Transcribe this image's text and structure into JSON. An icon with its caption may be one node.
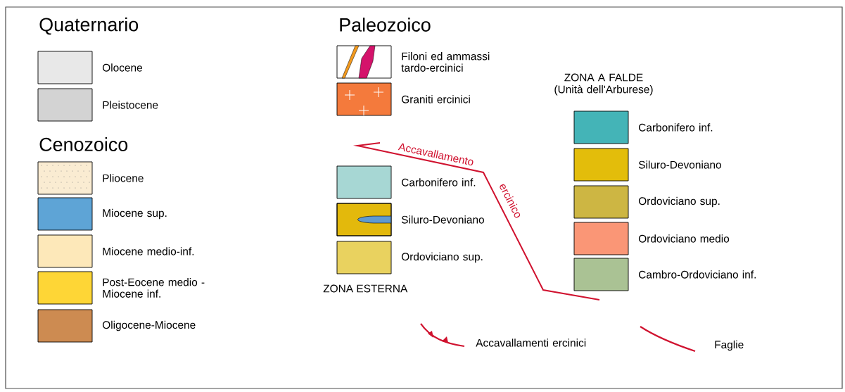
{
  "diagram": {
    "labels": [
      "Quaternario",
      "Paleozoico",
      "ZONA A FALDE (Unità dell'Arburese)",
      "Cenozoico",
      "Accavallamento",
      "ercinico",
      "ZONA ESTERNA"
    ],
    "legend": [
      {
        "text": "Olocene",
        "color": "#e8e8e8"
      },
      {
        "text": "Pleistocene",
        "color": "#d3d3d3"
      },
      {
        "text": "Pliocene"
      },
      {
        "text": "Miocene sup.",
        "color": "#5ea4d6"
      },
      {
        "text": "Miocene medio-inf.",
        "color": "#fde8b9"
      },
      {
        "text": "Post-Eocene medio - Miocene inf.",
        "color": "#fed636"
      },
      {
        "text": "Oligocene-Miocene",
        "color": "#cd8b51"
      },
      {
        "text": "Filoni ed ammassi tardo-ercinici"
      },
      {
        "text": "Graniti ercinici"
      },
      {
        "text": "Carbonifero inf.",
        "color": "#a7d7d4"
      },
      {
        "text": "Siluro-Devoniano"
      },
      {
        "text": "Ordoviciano sup.",
        "color": "#e9d25f"
      },
      {
        "text": "Carbonifero inf.",
        "color": "#44b4b7"
      },
      {
        "text": "Siluro-Devoniano",
        "color": "#e3bd0b"
      },
      {
        "text": "Ordoviciano sup.",
        "color": "#cdb643"
      },
      {
        "text": "Ordoviciano medio",
        "color": "#fa9676"
      },
      {
        "text": "Cambro-Ordoviciano inf.",
        "color": "#aac294"
      },
      {
        "text": "Accavallamenti ercinici"
      },
      {
        "text": "Faglie"
      }
    ]
  }
}
